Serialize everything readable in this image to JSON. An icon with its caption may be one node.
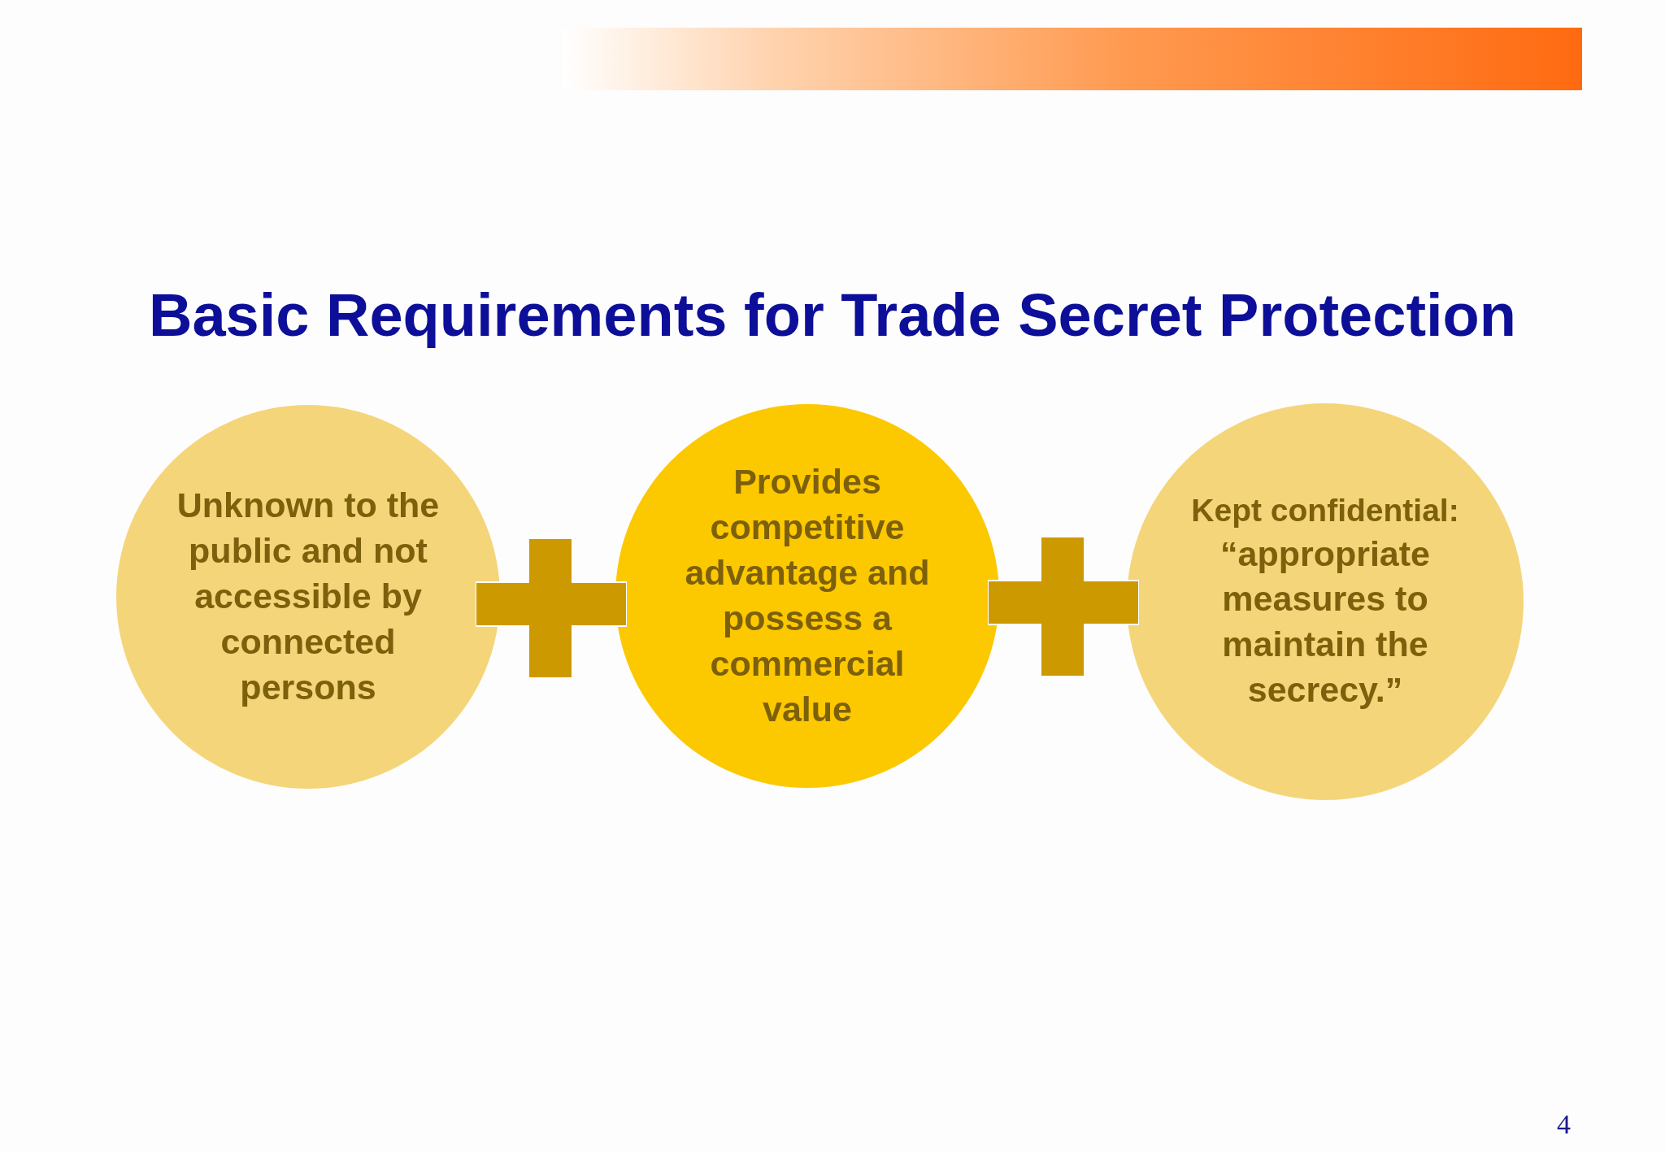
{
  "diagram": {
    "title": "Basic Requirements for Trade Secret Protection",
    "nodes": [
      {
        "text": [],
        "shape": "bar"
      },
      {
        "text": [
          "Unknown to the public and not accessible by connected persons"
        ]
      },
      {
        "text": [
          "Provides competitive advantage and possess a commercial value"
        ]
      },
      {
        "text": [
          "Kept confidential:",
          "“appropriate measures to maintain the secrecy.”"
        ]
      }
    ],
    "labels": [
      "4"
    ]
  }
}
